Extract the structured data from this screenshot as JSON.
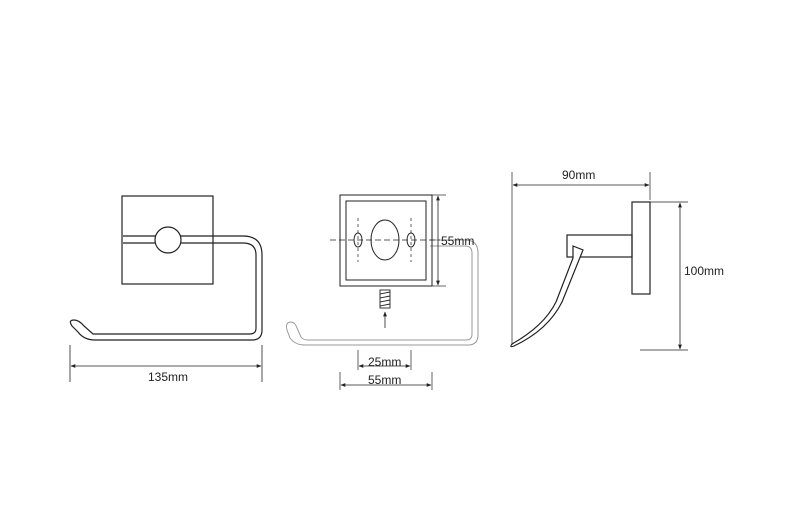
{
  "views": {
    "front": {
      "width_label": "135mm"
    },
    "mounting": {
      "height_label": "55mm",
      "hole_spacing_label": "25mm",
      "plate_width_label": "55mm"
    },
    "side": {
      "depth_label": "90mm",
      "height_label": "100mm"
    }
  },
  "colors": {
    "line": "#222222",
    "faint_line": "#9a9a9a",
    "paper": "#ffffff"
  }
}
